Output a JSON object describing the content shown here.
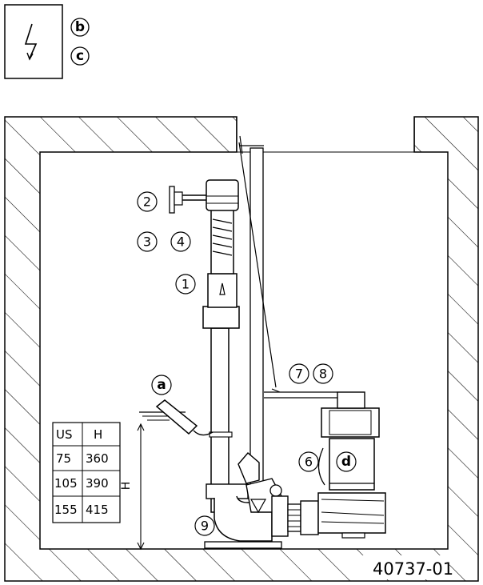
{
  "legend": {
    "symbol": "electrical-hazard-icon",
    "labels": [
      "b",
      "c"
    ]
  },
  "callouts": [
    "1",
    "2",
    "3",
    "4",
    "6",
    "7",
    "8",
    "9"
  ],
  "letter_callouts": [
    "a",
    "d"
  ],
  "table": {
    "headers": [
      "US",
      "H"
    ],
    "rows": [
      [
        "75",
        "360"
      ],
      [
        "105",
        "390"
      ],
      [
        "155",
        "415"
      ]
    ]
  },
  "height_label": "H",
  "figure_ref": "40737-01"
}
